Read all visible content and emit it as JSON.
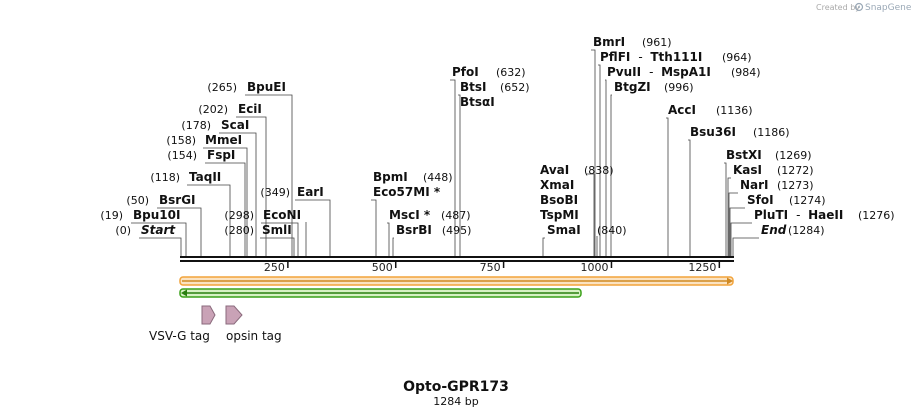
{
  "credit": {
    "prefix": "Created by",
    "brand": "SnapGene"
  },
  "map": {
    "name": "Opto-GPR173",
    "size_label": "1284 bp",
    "length": 1284,
    "ticks": [
      250,
      500,
      750,
      1000,
      1250
    ],
    "tick_labels": [
      "250",
      "500",
      "750",
      "1000",
      "1250"
    ],
    "colors": {
      "axis": "#111111",
      "orange": "#f2a33a",
      "orange_fill": "#fbe3c2",
      "green": "#3aa018",
      "green_fill": "#d7f2c5",
      "feature": "#c9a2b6",
      "feature_stroke": "#8a6a7c"
    }
  },
  "sites_left": [
    {
      "pos": "(0)",
      "name": "Start",
      "coord": 0,
      "italic": true
    },
    {
      "pos": "(19)",
      "name": "Bpu10I",
      "coord": 19
    },
    {
      "pos": "(50)",
      "name": "BsrGI",
      "coord": 50
    },
    {
      "pos": "(118)",
      "name": "TaqII",
      "coord": 118
    },
    {
      "pos": "(154)",
      "name": "FspI",
      "coord": 154
    },
    {
      "pos": "(158)",
      "name": "MmeI",
      "coord": 158
    },
    {
      "pos": "(178)",
      "name": "ScaI",
      "coord": 178
    },
    {
      "pos": "(202)",
      "name": "EciI",
      "coord": 202
    },
    {
      "pos": "(265)",
      "name": "BpuEI",
      "coord": 265
    }
  ],
  "sites_mid": [
    {
      "pos": "(280)",
      "name": "SmlI",
      "coord": 280
    },
    {
      "pos": "(298)",
      "name": "EcoNI",
      "coord": 298
    },
    {
      "pos": "(349)",
      "name": "EarI",
      "coord": 349
    }
  ],
  "sites_center": [
    {
      "name": "BpmI",
      "pos": "(448)",
      "coord": 448
    },
    {
      "name": "Eco57MI *",
      "pos": "",
      "coord": 448
    },
    {
      "name": "MscI *",
      "pos": "(487)",
      "coord": 487
    },
    {
      "name": "BsrBI",
      "pos": "(495)",
      "coord": 495
    }
  ],
  "sites_upper": [
    {
      "name": "PfoI",
      "pos": "(632)",
      "coord": 632
    },
    {
      "name": "BtsI",
      "pos": "(652)",
      "coord": 652
    },
    {
      "name": "BtsαI",
      "pos": "",
      "coord": 652
    }
  ],
  "sites_right1": [
    {
      "name": "AvaI",
      "pos": "(838)",
      "coord": 838
    },
    {
      "name": "XmaI",
      "pos": "",
      "coord": 840
    },
    {
      "name": "BsoBI",
      "pos": "",
      "coord": 840
    },
    {
      "name": "TspMI",
      "pos": "",
      "coord": 840
    },
    {
      "name": "SmaI",
      "pos": "(840)",
      "coord": 840
    }
  ],
  "sites_top": [
    {
      "name": "BmrI",
      "pos": "(961)",
      "coord": 961
    },
    {
      "name": "PflFI",
      "dash": "-",
      "name2": "Tth111I",
      "pos": "(964)",
      "coord": 964
    },
    {
      "name": "PvuII",
      "dash": "-",
      "name2": "MspA1I",
      "pos": "(984)",
      "coord": 984
    },
    {
      "name": "BtgZI",
      "pos": "(996)",
      "coord": 996
    }
  ],
  "sites_acc": [
    {
      "name": "AccI",
      "pos": "(1136)",
      "coord": 1136
    },
    {
      "name": "Bsu36I",
      "pos": "(1186)",
      "coord": 1186
    }
  ],
  "sites_end": [
    {
      "name": "BstXI",
      "pos": "(1269)",
      "coord": 1269
    },
    {
      "name": "KasI",
      "pos": "(1272)",
      "coord": 1272
    },
    {
      "name": "NarI",
      "pos": "(1273)",
      "coord": 1273
    },
    {
      "name": "SfoI",
      "pos": "(1274)",
      "coord": 1274
    },
    {
      "name": "PluTI",
      "dash": "-",
      "name2": "HaeII",
      "pos": "(1276)",
      "coord": 1276
    },
    {
      "name": "End",
      "pos": "(1284)",
      "coord": 1284,
      "italic": true
    }
  ],
  "features": [
    {
      "label": "VSV-G tag"
    },
    {
      "label": "opsin tag"
    }
  ]
}
